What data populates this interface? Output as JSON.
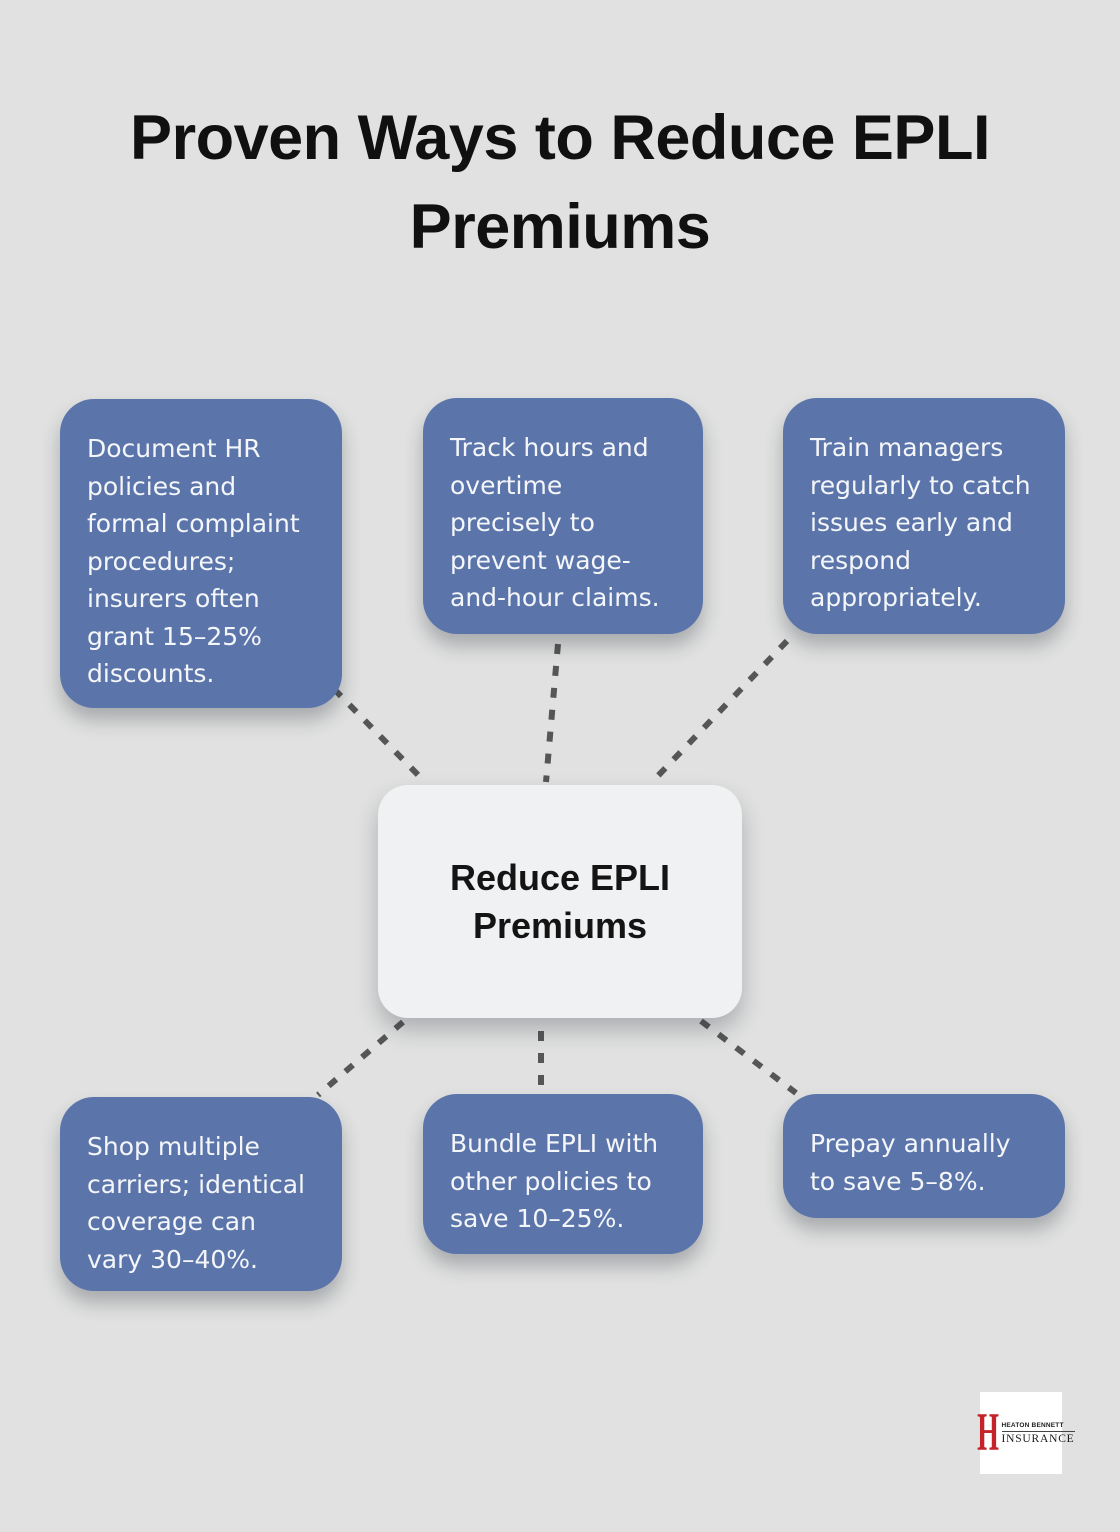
{
  "title": "Proven Ways to Reduce EPLI Premiums",
  "center_node": {
    "label": "Reduce EPLI Premiums"
  },
  "nodes": [
    {
      "position": "top-left",
      "text": "Document HR policies and formal complaint procedures; insurers often grant 15–25% discounts."
    },
    {
      "position": "top-middle",
      "text": "Track hours and overtime precisely to prevent wage-and-hour claims."
    },
    {
      "position": "top-right",
      "text": "Train managers regularly to catch issues early and respond appropriately."
    },
    {
      "position": "bottom-left",
      "text": "Shop multiple carriers; identical coverage can vary 30–40%."
    },
    {
      "position": "bottom-middle",
      "text": "Bundle EPLI with other policies to save 10–25%."
    },
    {
      "position": "bottom-right",
      "text": "Prepay annually to save 5–8%."
    }
  ],
  "logo": {
    "monogram": "H",
    "line1": "HEATON BENNETT",
    "line2": "INSURANCE"
  },
  "colors": {
    "background": "#e0e1e0",
    "node_fill": "#5b75ab",
    "node_text": "#f4f6f9",
    "center_fill": "#f0f1f2",
    "title_text": "#101010",
    "connector": "#565656",
    "logo_red": "#c4232a"
  }
}
